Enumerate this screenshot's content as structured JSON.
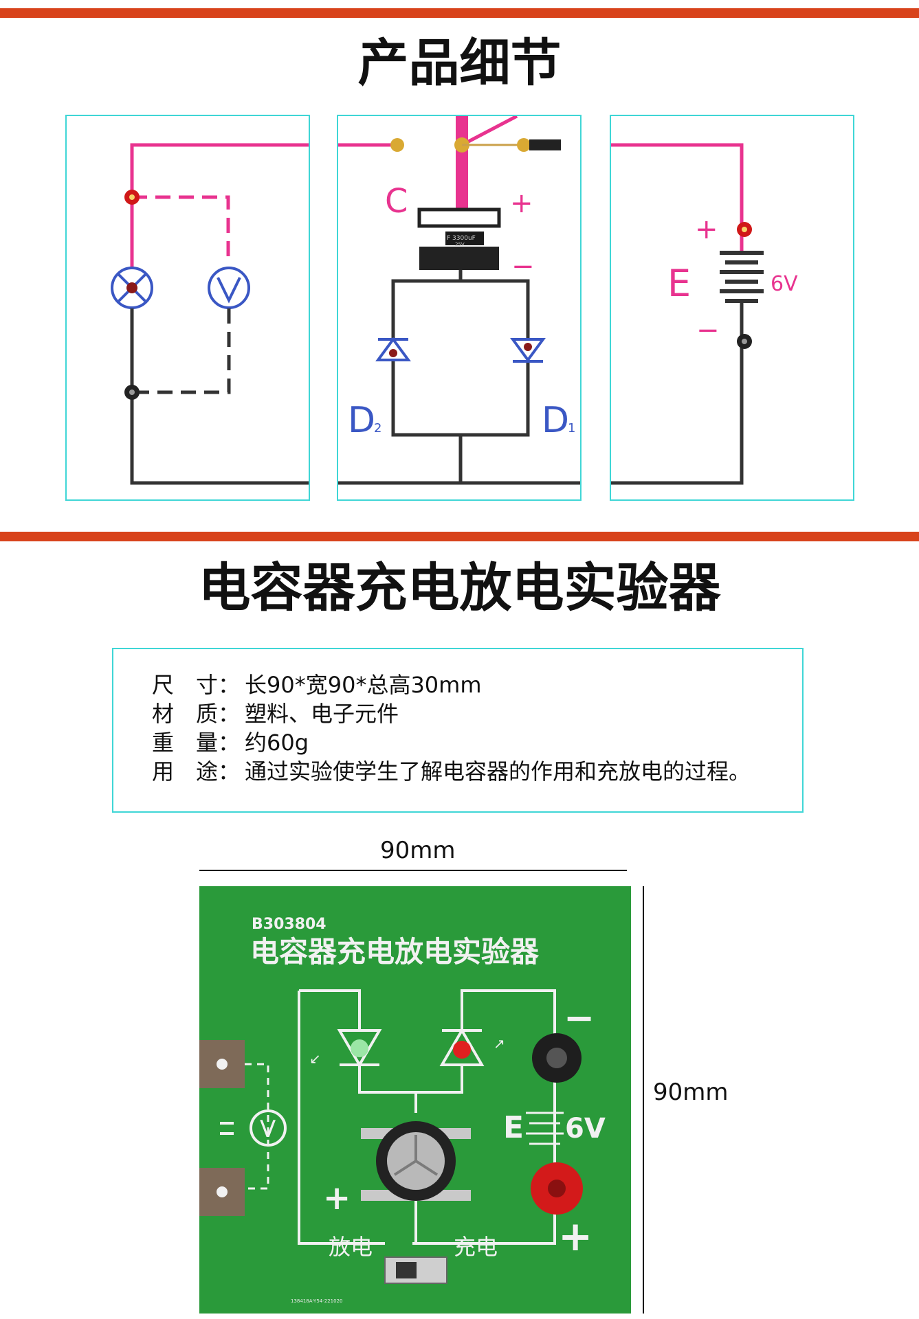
{
  "header": {
    "title": "产品细节"
  },
  "panel_left": {
    "label": ""
  },
  "panel_middle": {
    "cap_label": "C",
    "plus": "+",
    "minus": "−",
    "cap_marking": "F 3300uF",
    "cap_marking_small": "25V",
    "d2_main": "D",
    "d2_sub": "2",
    "d1_main": "D",
    "d1_sub": "1"
  },
  "panel_right": {
    "plus": "+",
    "minus": "−",
    "emf_label": "E",
    "voltage": "6V"
  },
  "product": {
    "title": "电容器充电放电实验器"
  },
  "specs": [
    {
      "key": "尺　寸：",
      "value": "长90*宽90*总高30mm"
    },
    {
      "key": "材　质：",
      "value": "塑料、电子元件"
    },
    {
      "key": "重　量：",
      "value": "约60g"
    },
    {
      "key": "用　途：",
      "value": "通过实验使学生了解电容器的作用和充放电的过程。"
    }
  ],
  "dimensions": {
    "width": "90mm",
    "height": "90mm"
  },
  "board": {
    "code": "B303804",
    "title": "电容器充电放电实验器",
    "emf_label": "E",
    "voltage": "6V",
    "minus": "−",
    "plus": "+",
    "switch_left": "放电",
    "switch_right": "充电",
    "cap_plus": "+",
    "voltmeter": "V",
    "footer_code": "138418A-Y54-221020"
  },
  "colors": {
    "accent": "#d8431b",
    "frame": "#3fd6d6",
    "wire_pink": "#e8338f",
    "symbol_blue": "#3a57c4",
    "board_green": "#2a9a3a"
  }
}
